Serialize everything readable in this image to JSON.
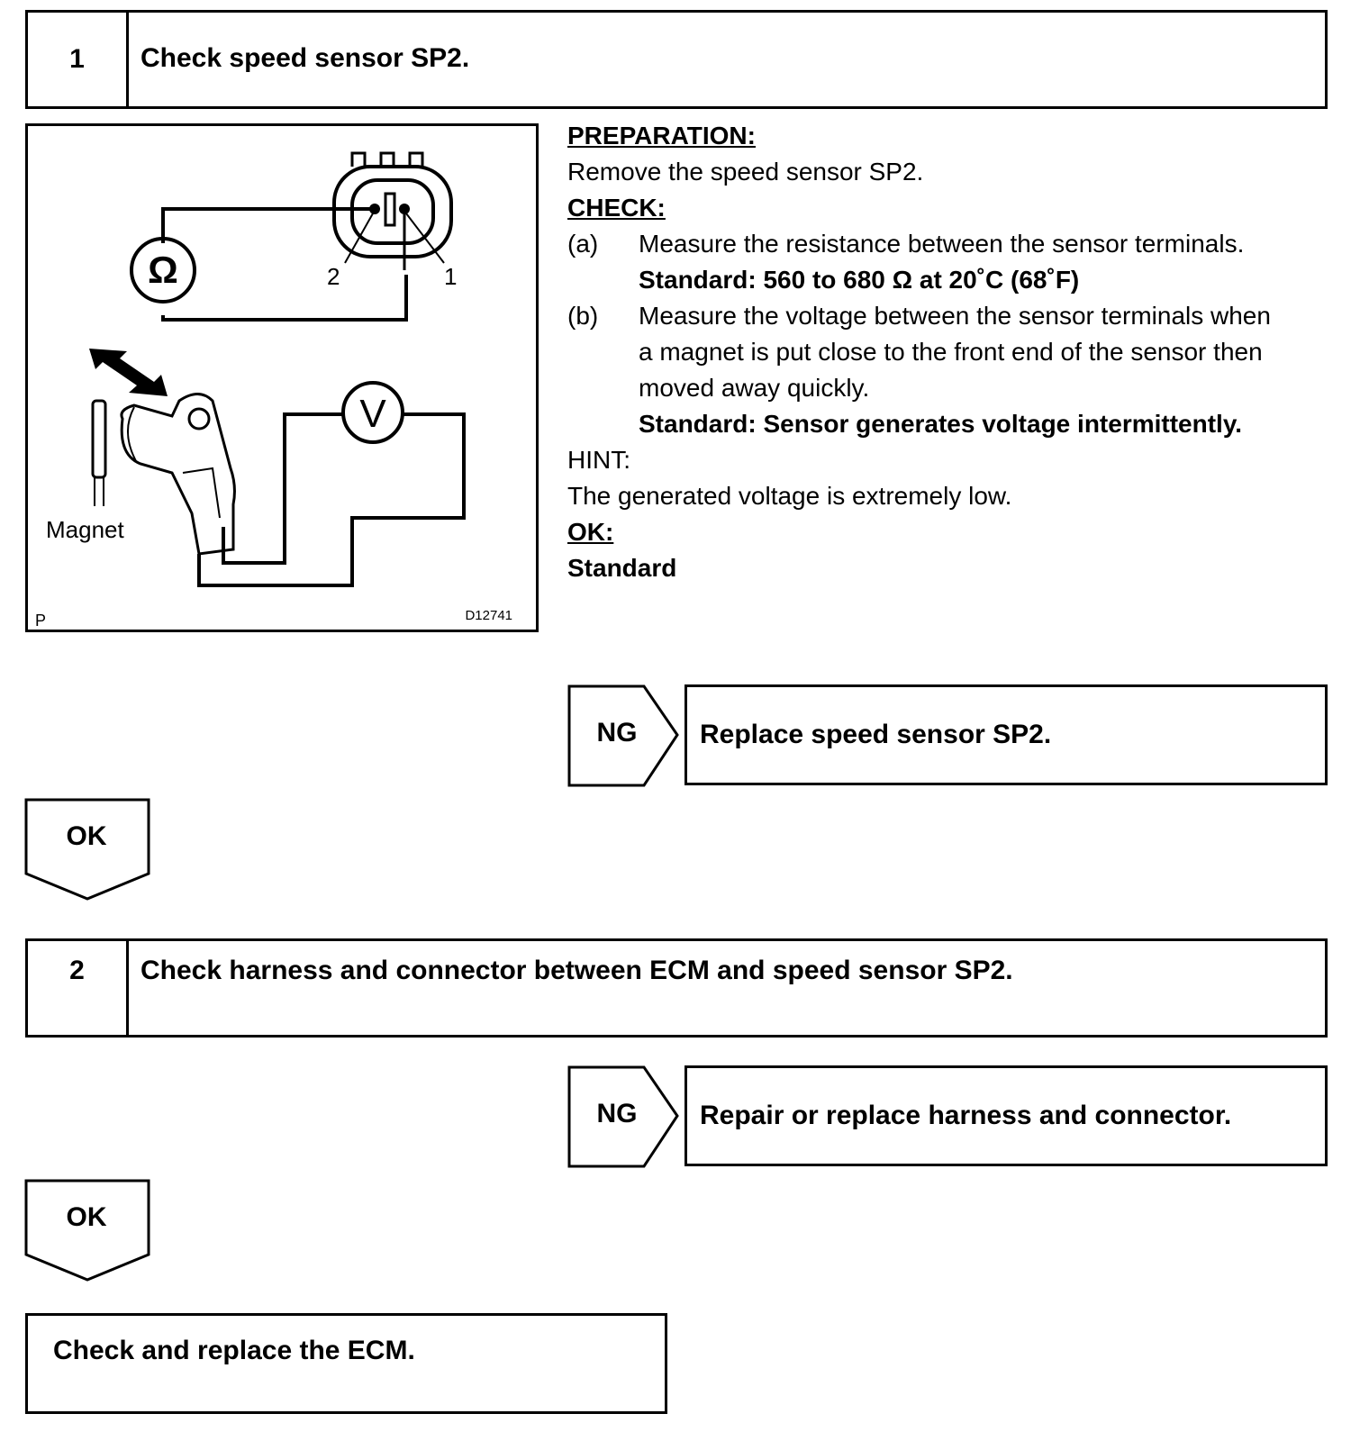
{
  "step1": {
    "number": "1",
    "title": "Check speed sensor SP2."
  },
  "figure": {
    "terminal_2": "2",
    "terminal_1": "1",
    "ohm_symbol": "Ω",
    "volt_symbol": "V",
    "magnet_label": "Magnet",
    "corner_mark": "P",
    "figure_code": "D12741"
  },
  "instructions": {
    "preparation_heading": "PREPARATION:",
    "preparation_text": "Remove the speed sensor SP2.",
    "check_heading": "CHECK:",
    "item_a_marker": "(a)",
    "item_a_text": "Measure the resistance between the sensor terminals.",
    "item_a_standard": "Standard: 560 to 680 Ω at 20˚C (68˚F)",
    "item_b_marker": "(b)",
    "item_b_line1": "Measure the voltage between the sensor terminals when",
    "item_b_line2": "a magnet is put close to the front end of the sensor then",
    "item_b_line3": "moved away quickly.",
    "item_b_standard": "Standard: Sensor generates voltage intermittently.",
    "hint_heading": "HINT:",
    "hint_text": "The generated voltage is extremely low.",
    "ok_heading": "OK:",
    "ok_text": "Standard"
  },
  "ng1": {
    "label": "NG",
    "action": "Replace speed sensor SP2."
  },
  "ok1": {
    "label": "OK"
  },
  "step2": {
    "number": "2",
    "title": "Check harness and connector between ECM and speed sensor SP2."
  },
  "ng2": {
    "label": "NG",
    "action": "Repair or replace harness and connector."
  },
  "ok2": {
    "label": "OK"
  },
  "final": {
    "text": "Check and replace the ECM."
  }
}
